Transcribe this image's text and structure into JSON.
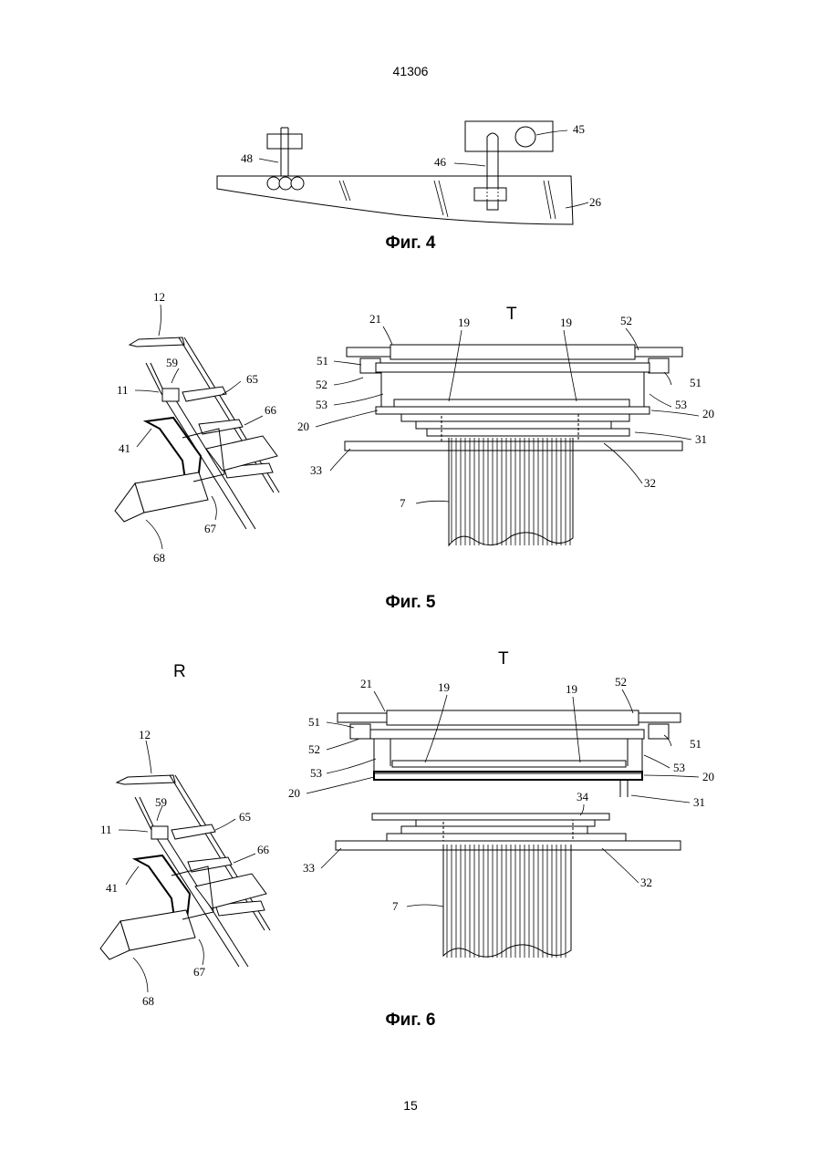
{
  "header": {
    "doc_number": "41306"
  },
  "footer": {
    "page_number": "15"
  },
  "fig4": {
    "caption": "Фиг. 4",
    "labels": [
      "48",
      "46",
      "45",
      "26"
    ]
  },
  "fig5": {
    "caption": "Фиг. 5",
    "view_letter_right": "T",
    "left_labels": [
      "12",
      "59",
      "11",
      "65",
      "66",
      "41",
      "67",
      "68"
    ],
    "right_labels": [
      "21",
      "19",
      "19",
      "52",
      "51",
      "52",
      "53",
      "20",
      "33",
      "7",
      "51",
      "53",
      "20",
      "31",
      "32"
    ]
  },
  "fig6": {
    "caption": "Фиг. 6",
    "view_letter_left": "R",
    "view_letter_right": "T",
    "left_labels": [
      "12",
      "59",
      "11",
      "65",
      "66",
      "41",
      "67",
      "68"
    ],
    "right_labels": [
      "21",
      "19",
      "19",
      "52",
      "51",
      "52",
      "53",
      "20",
      "33",
      "7",
      "51",
      "53",
      "20",
      "31",
      "34",
      "32"
    ]
  }
}
